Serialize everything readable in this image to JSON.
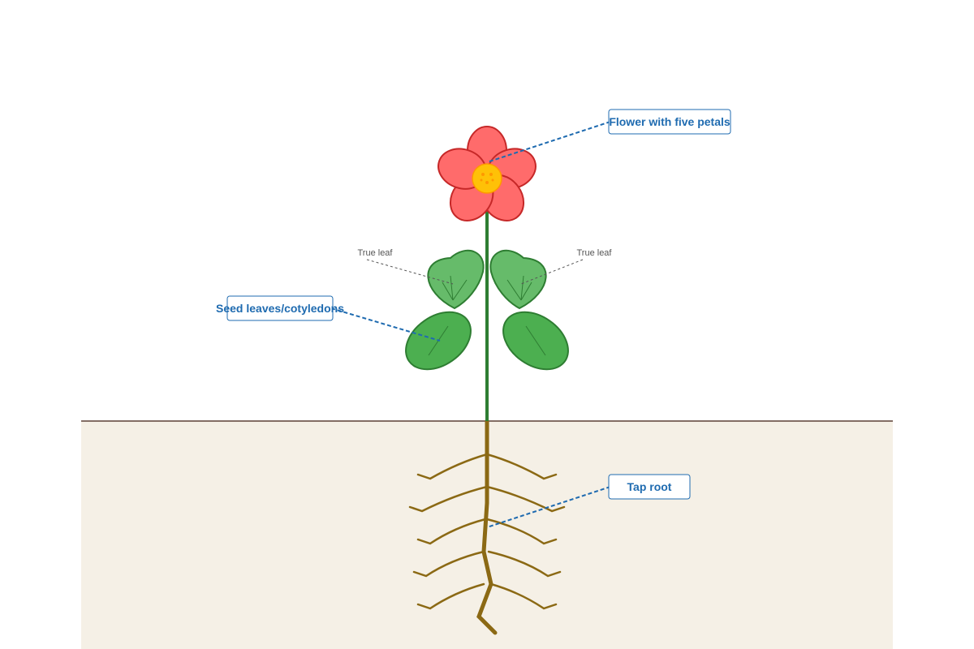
{
  "labels": {
    "flower": "Flower with five petals",
    "seed_leaves": "Seed leaves/cotyledons",
    "tap_root": "Tap root",
    "true_leaf_left": "True leaf",
    "true_leaf_right": "True leaf"
  },
  "colors": {
    "background": "#ffffff",
    "soil": "#f5f0e6",
    "ground_line": "#5d4037",
    "stem": "#2e7d32",
    "leaf_fill": "#4caf50",
    "true_leaf_fill": "#66bb6a",
    "leaf_stroke": "#2e7d32",
    "petal_fill": "#ff6b6b",
    "petal_stroke": "#c62828",
    "flower_center": "#ffc107",
    "flower_center_stroke": "#ff9800",
    "root": "#8b6914",
    "callout": "#1f6bb0",
    "minor_label": "#555555"
  }
}
